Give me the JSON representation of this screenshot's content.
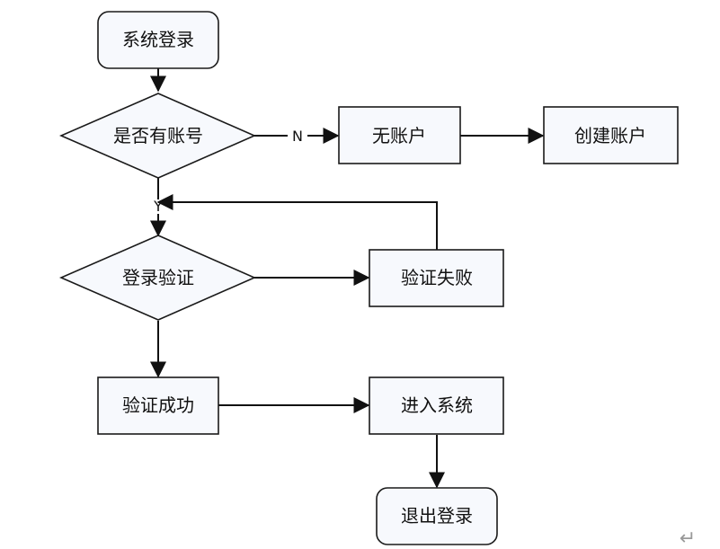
{
  "nodes": {
    "start_login": "系统登录",
    "has_account": "是否有账号",
    "no_account": "无账户",
    "create_account": "创建账户",
    "login_verify": "登录验证",
    "verify_fail": "验证失败",
    "verify_success": "验证成功",
    "enter_system": "进入系统",
    "logout": "退出登录"
  },
  "edges": {
    "no_label": "N",
    "yes_label": "Y"
  },
  "colors": {
    "node_fill": "#f7f9fd",
    "stroke": "#1a1a1a"
  },
  "marks": {
    "paragraph_return": "↵"
  }
}
